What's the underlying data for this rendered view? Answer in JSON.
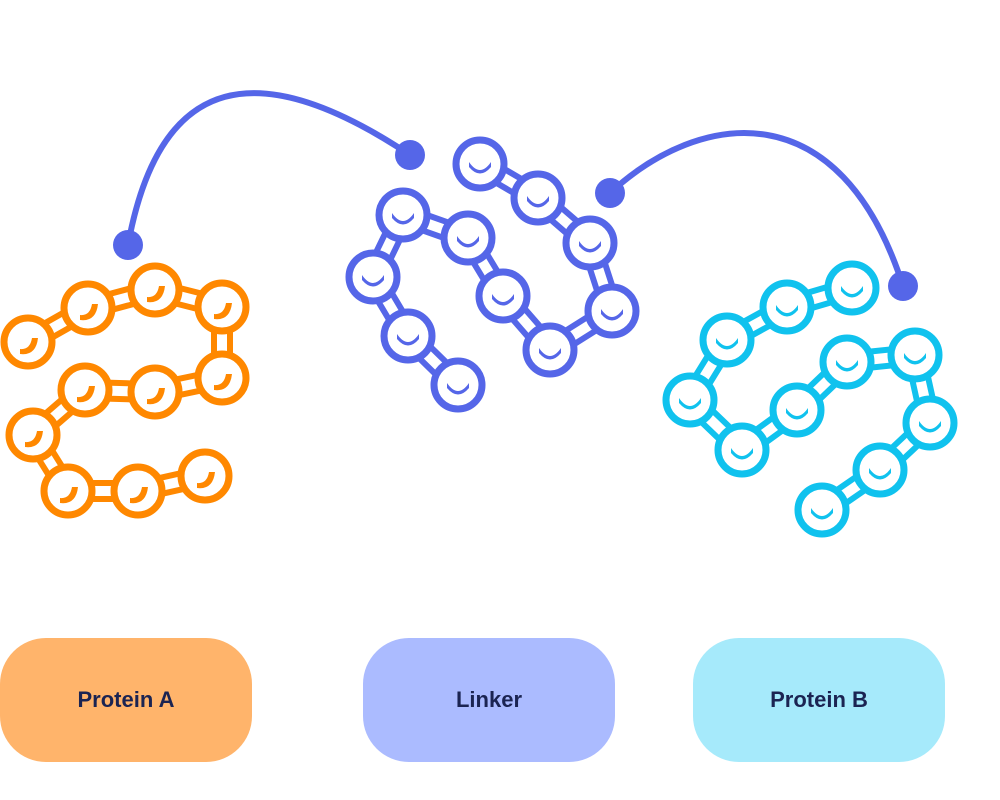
{
  "colors": {
    "protein_a": "#ff8800",
    "protein_a_pill": "#ffb46b",
    "linker": "#5566e8",
    "linker_pill": "#abbbff",
    "protein_b": "#10c2ee",
    "protein_b_pill": "#a6eafb",
    "label_text": "#1b2452"
  },
  "labels": {
    "protein_a": "Protein A",
    "linker": "Linker",
    "protein_b": "Protein B"
  },
  "icons": {
    "connector_left": "curved-connector-arrow",
    "connector_right": "curved-connector-arrow",
    "protein_a": "amino-acid-chain-icon",
    "linker": "amino-acid-chain-icon",
    "protein_b": "amino-acid-chain-icon"
  }
}
